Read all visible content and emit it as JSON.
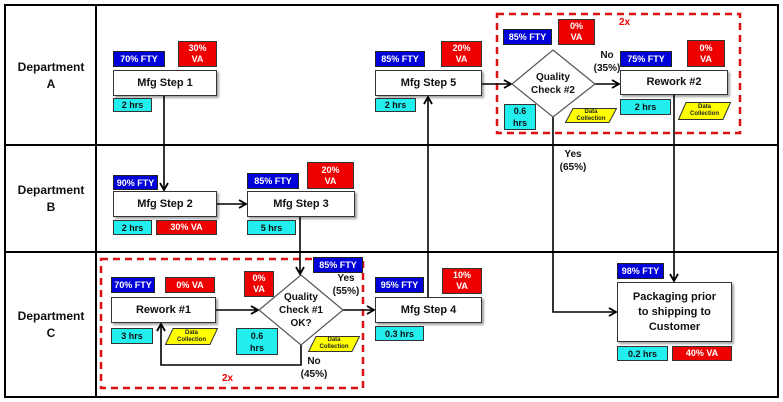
{
  "departments": [
    {
      "label": "Department\nA"
    },
    {
      "label": "Department\nB"
    },
    {
      "label": "Department\nC"
    }
  ],
  "steps": {
    "mfg1": {
      "label": "Mfg Step 1",
      "fty": "70% FTY",
      "va": "30%\nVA",
      "time": "2 hrs"
    },
    "mfg2": {
      "label": "Mfg Step 2",
      "fty": "90% FTY",
      "va": "30% VA",
      "time": "2 hrs"
    },
    "mfg3": {
      "label": "Mfg Step 3",
      "fty": "85% FTY",
      "va": "20%\nVA",
      "time": "5 hrs"
    },
    "mfg4": {
      "label": "Mfg Step 4",
      "fty": "95% FTY",
      "va": "10%\nVA",
      "time": "0.3 hrs"
    },
    "mfg5": {
      "label": "Mfg Step 5",
      "fty": "85% FTY",
      "va": "20%\nVA",
      "time": "2 hrs"
    },
    "rework1": {
      "label": "Rework #1",
      "fty": "70% FTY",
      "va": "0% VA",
      "time": "3 hrs",
      "data_collection": "Data\nCollection"
    },
    "rework2": {
      "label": "Rework #2",
      "fty": "75% FTY",
      "va": "0%\nVA",
      "time": "2 hrs",
      "data_collection": "Data\nCollection"
    },
    "packaging": {
      "label": "Packaging prior\nto shipping to\nCustomer",
      "fty": "98% FTY",
      "va": "40% VA",
      "time": "0.2 hrs"
    }
  },
  "decisions": {
    "qc1": {
      "label": "Quality\nCheck #1\nOK?",
      "fty": "85% FTY",
      "va": "0%\nVA",
      "time": "0.6\nhrs",
      "data_collection": "Data\nCollection",
      "yes_label": "Yes\n(55%)",
      "no_label": "No\n(45%)",
      "loop_label": "2x"
    },
    "qc2": {
      "label": "Quality\nCheck #2",
      "fty": "85% FTY",
      "va": "0%\nVA",
      "time": "0.6\nhrs",
      "data_collection": "Data\nCollection",
      "yes_label": "Yes\n(65%)",
      "no_label": "No\n(35%)",
      "loop_label": "2x"
    }
  },
  "colors": {
    "fty": "#0000d8",
    "va": "#ee0000",
    "time": "#22eeee",
    "data_collection": "#ffff00",
    "rework_loop": "#dd1111"
  }
}
